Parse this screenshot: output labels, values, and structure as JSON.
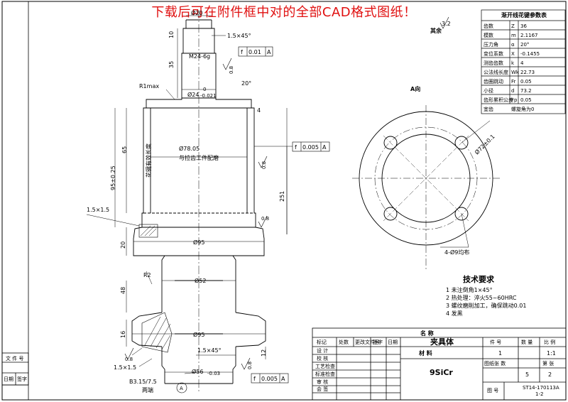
{
  "banner": "下载后可在附件框中对的全部CAD格式图纸！",
  "drawing": {
    "dims": {
      "d20": "Ø20",
      "chamfer_top": "1.5×45°",
      "thread": "M24-6g",
      "d10": "10",
      "d35": "35",
      "runout_top": "0.01",
      "ra_top": "0.8",
      "r1max": "R1max",
      "d24": "Ø24",
      "d24_tol_up": "0",
      "d24_tol_dn": "-0.021",
      "angle20": "20°",
      "d4": "4",
      "d65": "65",
      "spline_len": "花键有效长度",
      "d95_025": "95±0.25",
      "d78": "Ø78.05",
      "d78_note": "与拉齿工件配磨",
      "runout_mid": "0.005",
      "ra_mid": "0.8",
      "d251": "251",
      "ra_right": "0.8",
      "chamfer_left": "1.5×1.5",
      "d20b": "20",
      "d95a": "Ø95",
      "r2": "R2",
      "d52": "Ø52",
      "d48": "48",
      "d16": "16",
      "d95b": "Ø95",
      "ra_bl": "0.8",
      "chamfer_bot": "1.5×45°",
      "d12": "12",
      "chamfer_bl": "1.5×1.5",
      "d56": "Ø56",
      "d56_tol": "-0.03",
      "ra_br": "0.8",
      "b315": "B3.15/7.5",
      "both_ends": "两端",
      "runout_bot": "0.005",
      "datum_a": "A"
    },
    "view_a": {
      "title": "A向",
      "d72": "Ø72±0.1",
      "holes": "4-Ø9均布"
    },
    "rough": {
      "rest_value": "3.2",
      "rest_label": "其余"
    }
  },
  "params": {
    "title": "渐开线花键参数表",
    "rows": [
      [
        "齿数",
        "Z",
        "36"
      ],
      [
        "模数",
        "m",
        "2.1167"
      ],
      [
        "压力角",
        "α",
        "20°"
      ],
      [
        "变位系数",
        "X",
        "-0.1455"
      ],
      [
        "测齿齿数",
        "k",
        "4"
      ],
      [
        "公法线长度",
        "Wk",
        "22.73"
      ],
      [
        "齿圈跳动",
        "Fr",
        "0.05"
      ],
      [
        "小径",
        "d",
        "73.2"
      ],
      [
        "齿形累积公差",
        "Fp",
        "0.05"
      ],
      [
        "宜齿",
        "螺旋角为0",
        ""
      ]
    ]
  },
  "tech": {
    "title": "技术要求",
    "items": [
      "1  未注倒角1×45°",
      "2  热处理：淬火55~60HRC",
      "3  螺纹磨削加工，确保跳动0.01",
      "4  发黑"
    ]
  },
  "titleblock": {
    "name_header": "名          称",
    "part_name": "夹具体",
    "material_header": "材          料",
    "material": "9SiCr",
    "count_label": "件    号",
    "qty_label": "数    量",
    "scale_label": "比    例",
    "count": "1",
    "scale": "1:1",
    "drawing_label": "图纸张 数",
    "sheet_no_label": "第    张",
    "sheets_total": "5",
    "sheet_no": "2",
    "drawing_no_label": "图    号",
    "drawing_no": "ST14-170113A",
    "drawing_no2": "1-2",
    "rev_cells": [
      "标记",
      "处数",
      "更改文件号",
      "签字",
      "日期"
    ],
    "rows": [
      "设    计",
      "校    核",
      "工艺检查",
      "标准检查",
      "审    核",
      "会    签"
    ],
    "left_file": "文  件  号",
    "left_date": "日期",
    "left_sign": "签字"
  }
}
